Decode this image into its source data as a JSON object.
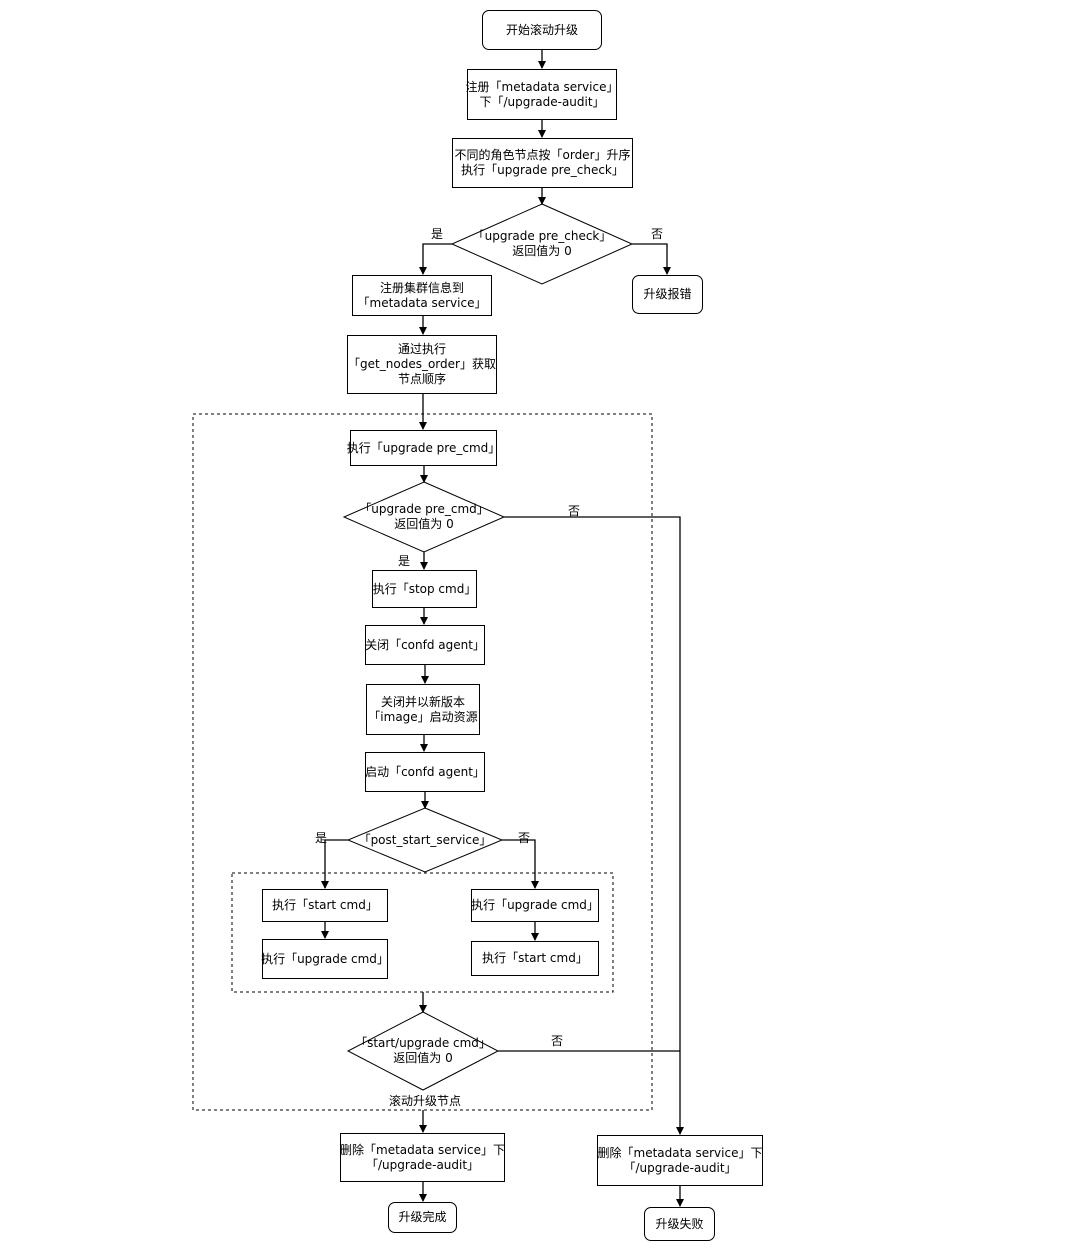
{
  "nodes": {
    "start": [
      "开始滚动升级"
    ],
    "register_audit": [
      "注册「metadata service」",
      "下「/upgrade-audit」"
    ],
    "pre_check_order": [
      "不同的角色节点按「order」升序",
      "执行「upgrade pre_check」"
    ],
    "pre_check_decision": [
      "「upgrade pre_check」",
      "返回值为 0"
    ],
    "upgrade_error": [
      "升级报错"
    ],
    "register_cluster": [
      "注册集群信息到",
      "「metadata service」"
    ],
    "get_nodes_order": [
      "通过执行",
      "「get_nodes_order」获取",
      "节点顺序"
    ],
    "exec_pre_cmd": [
      "执行「upgrade pre_cmd」"
    ],
    "pre_cmd_decision": [
      "「upgrade pre_cmd」",
      "返回值为 0"
    ],
    "exec_stop_cmd": [
      "执行「stop cmd」"
    ],
    "close_confd": [
      "关闭「confd agent」"
    ],
    "close_restart_image": [
      "关闭并以新版本",
      "「image」启动资源"
    ],
    "start_confd": [
      "启动「confd agent」"
    ],
    "post_start_decision": [
      "「post_start_service」"
    ],
    "left_start_cmd": [
      "执行「start cmd」"
    ],
    "left_upgrade_cmd": [
      "执行「upgrade cmd」"
    ],
    "right_upgrade_cmd": [
      "执行「upgrade cmd」"
    ],
    "right_start_cmd": [
      "执行「start cmd」"
    ],
    "start_upgrade_decision": [
      "「start/upgrade cmd」",
      "返回值为 0"
    ],
    "delete_audit_ok": [
      "删除「metadata service」下",
      "「/upgrade-audit」"
    ],
    "upgrade_done": [
      "升级完成"
    ],
    "delete_audit_fail": [
      "删除「metadata service」下",
      "「/upgrade-audit」"
    ],
    "upgrade_failed": [
      "升级失败"
    ]
  },
  "labels": {
    "yes_pre_check": "是",
    "no_pre_check": "否",
    "no_pre_cmd": "否",
    "yes_pre_cmd": "是",
    "yes_post_start": "是",
    "no_post_start": "否",
    "no_start_upgrade": "否",
    "rolling_group": "滚动升级节点"
  }
}
